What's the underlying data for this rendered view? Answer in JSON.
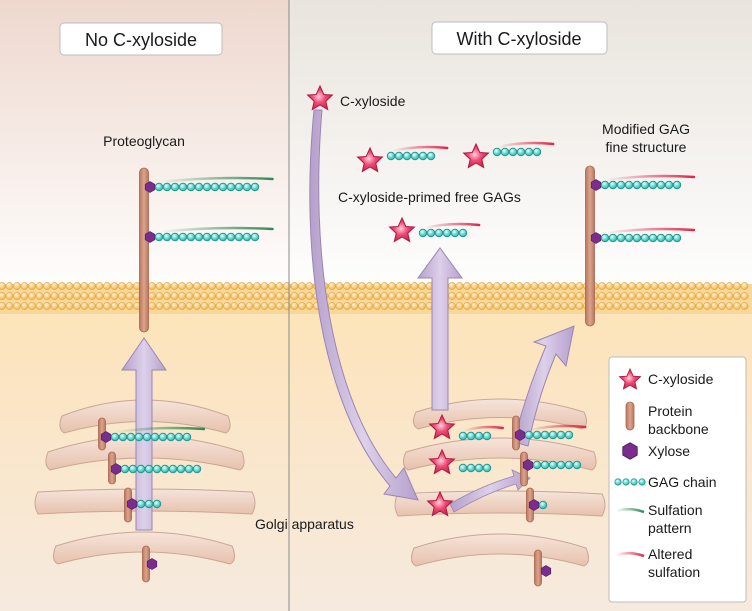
{
  "panels": {
    "left": {
      "title": "No C-xyloside"
    },
    "right": {
      "title": "With C-xyloside"
    }
  },
  "labels": {
    "proteoglycan": "Proteoglycan",
    "c_xyloside": "C-xyloside",
    "primed_free_gags": "C-xyloside-primed free GAGs",
    "modified_line1": "Modified GAG",
    "modified_line2": "fine structure",
    "golgi": "Golgi apparatus"
  },
  "legend": {
    "items": [
      {
        "icon": "c-xyloside-star-icon",
        "lines": [
          "C-xyloside"
        ]
      },
      {
        "icon": "protein-backbone-icon",
        "lines": [
          "Protein",
          "backbone"
        ]
      },
      {
        "icon": "xylose-hexagon-icon",
        "lines": [
          "Xylose"
        ]
      },
      {
        "icon": "gag-chain-icon",
        "lines": [
          "GAG chain"
        ]
      },
      {
        "icon": "sulfation-pattern-icon",
        "lines": [
          "Sulfation",
          "pattern"
        ]
      },
      {
        "icon": "altered-sulfation-icon",
        "lines": [
          "Altered",
          "sulfation"
        ]
      }
    ]
  },
  "colors": {
    "backbone": "#c98b72",
    "xylose": "#7b2d8e",
    "gag_bead": "#3cc6bf",
    "sulfation": "#2f8a57",
    "altered_sulfation": "#e0294a",
    "star": "#e6335f",
    "arrow": "#c8b6da",
    "membrane": "#f4b548",
    "golgi": "#f1d7c9"
  }
}
